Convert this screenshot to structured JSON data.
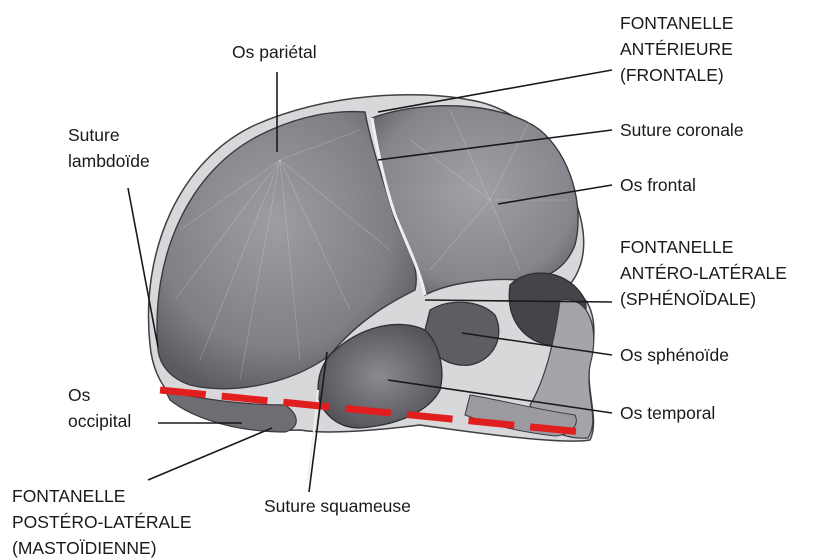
{
  "labels": {
    "os_parietal": "Os pariétal",
    "fontanelle_anterieure": [
      "FONTANELLE",
      "ANTÉRIEURE",
      "(FRONTALE)"
    ],
    "suture_lambdoide": [
      "Suture",
      "lambdoïde"
    ],
    "suture_coronale": "Suture coronale",
    "os_frontal": "Os frontal",
    "fontanelle_antero_laterale": [
      "FONTANELLE",
      "ANTÉRO-LATÉRALE",
      "(SPHÉNOÏDALE)"
    ],
    "os_sphenoide": "Os sphénoïde",
    "os_occipital": [
      "Os",
      "occipital"
    ],
    "os_temporal": "Os temporal",
    "fontanelle_postero_laterale": [
      "FONTANELLE",
      "POSTÉRO-LATÉRALE",
      "(MASTOÏDIENNE)"
    ],
    "suture_squameuse": "Suture squameuse"
  },
  "colors": {
    "bone": "#8f8f95",
    "bone_dark": "#5e5e64",
    "suture_fill": "#d8d8da",
    "dashed_line": "#e01e1e"
  }
}
